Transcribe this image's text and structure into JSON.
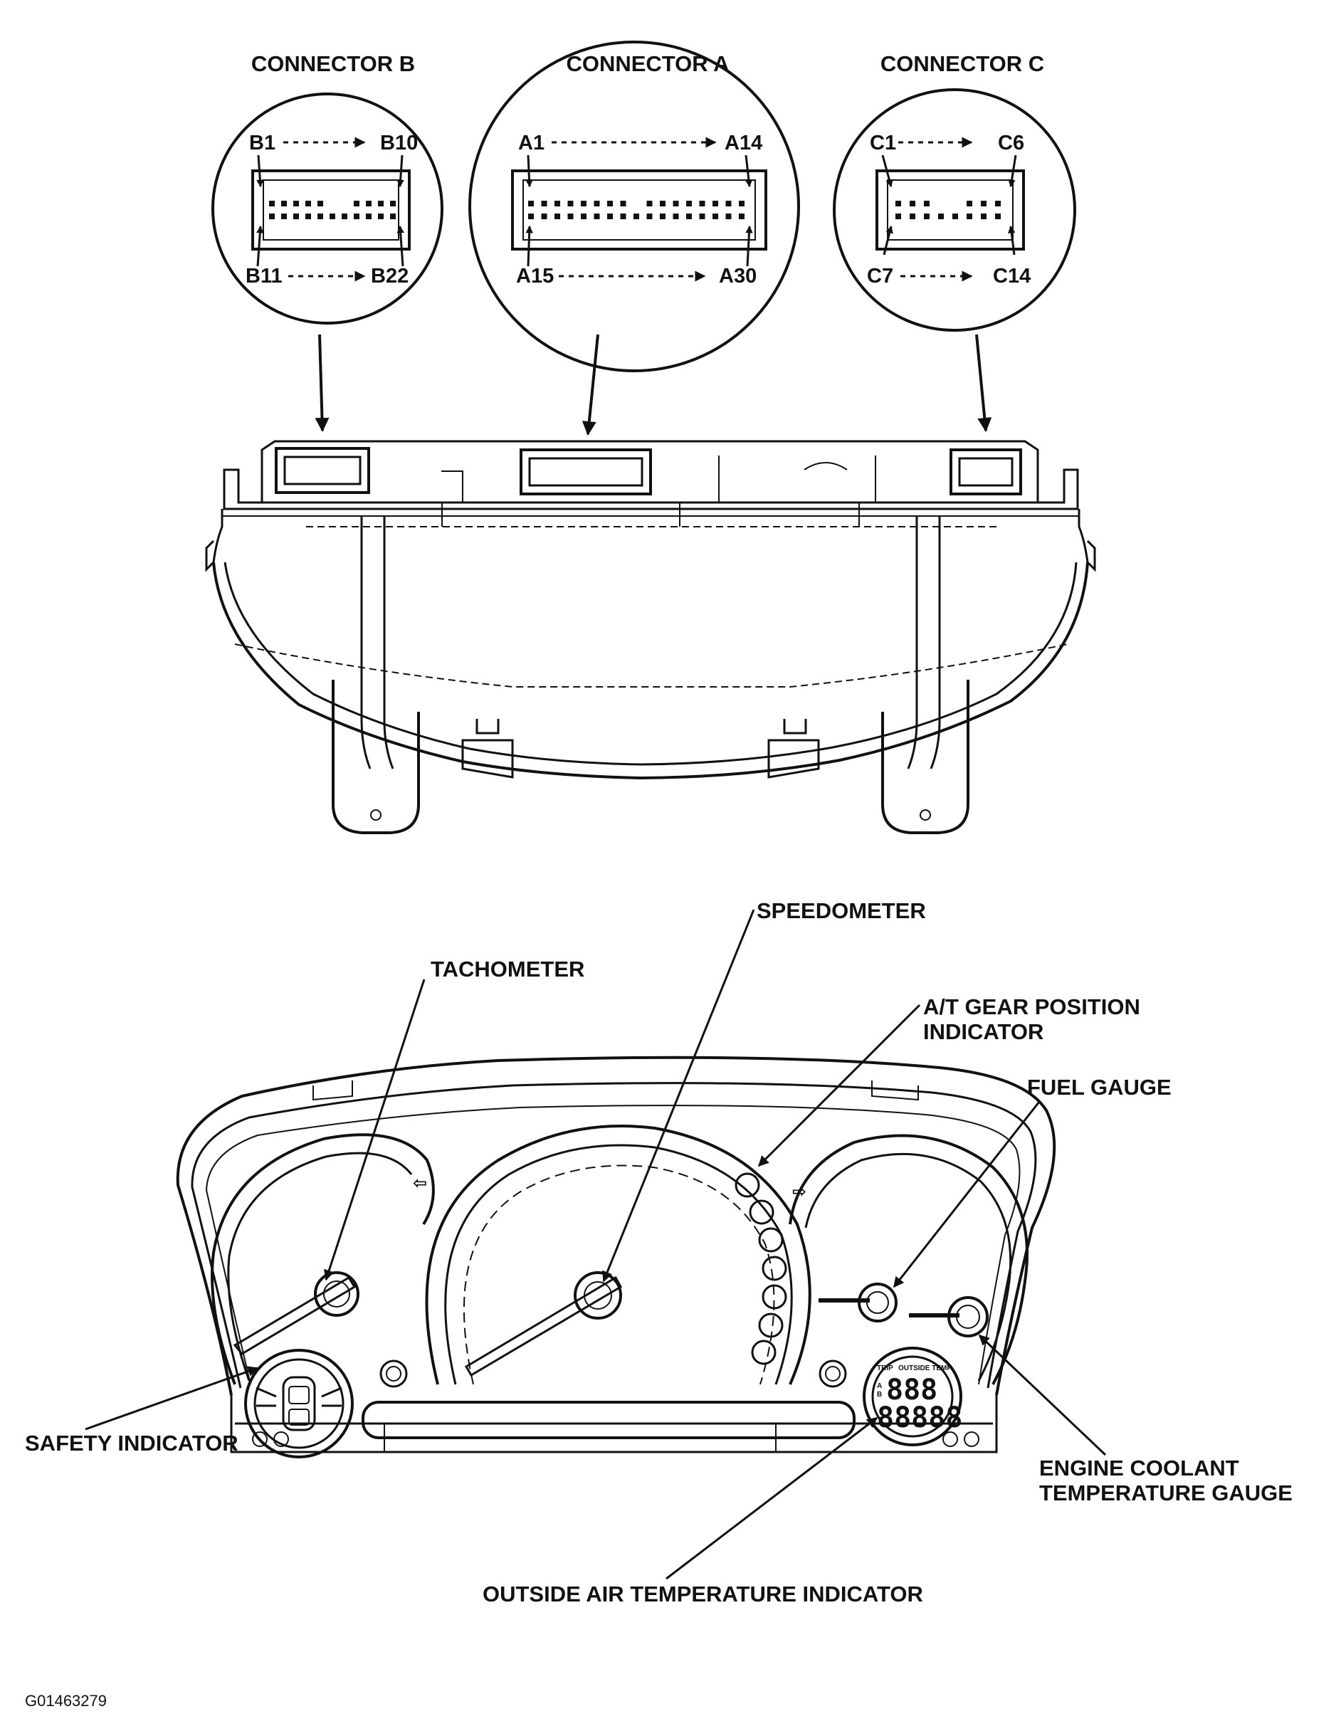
{
  "connectors": {
    "b": {
      "title": "CONNECTOR B",
      "pin_top_left": "B1",
      "pin_top_right": "B10",
      "pin_bottom_left": "B11",
      "pin_bottom_right": "B22"
    },
    "a": {
      "title": "CONNECTOR A",
      "pin_top_left": "A1",
      "pin_top_right": "A14",
      "pin_bottom_left": "A15",
      "pin_bottom_right": "A30"
    },
    "c": {
      "title": "CONNECTOR C",
      "pin_top_left": "C1",
      "pin_top_right": "C6",
      "pin_bottom_left": "C7",
      "pin_bottom_right": "C14"
    }
  },
  "callouts": {
    "speedometer": "SPEEDOMETER",
    "tachometer": "TACHOMETER",
    "gear_indicator_line1": "A/T GEAR POSITION",
    "gear_indicator_line2": "INDICATOR",
    "fuel_gauge": "FUEL GAUGE",
    "safety_indicator": "SAFETY INDICATOR",
    "coolant_line1": "ENGINE COOLANT",
    "coolant_line2": "TEMPERATURE GAUGE",
    "outside_air": "OUTSIDE AIR TEMPERATURE INDICATOR"
  },
  "lcd": {
    "header_trip": "TRIP",
    "header_outside_temp": "OUTSIDE TEMP",
    "ab_a": "A",
    "ab_b": "B",
    "top_digits": "888",
    "bottom_digits": "88888"
  },
  "figure_id": "G01463279"
}
